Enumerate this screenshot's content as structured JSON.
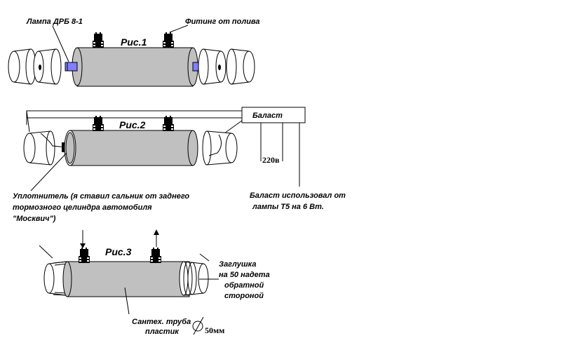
{
  "figures": {
    "fig1": {
      "caption": "Рис.1",
      "lamp_label": "Лампа ДРБ 8-1",
      "fitting_label": "Фитинг от полива"
    },
    "fig2": {
      "caption": "Рис.2",
      "ballast_label": "Баласт",
      "voltage_label": "220в",
      "ballast_note_lines": [
        "Баласт использовал от",
        "лампы T5 на 6 Вт."
      ],
      "seal_note_lines": [
        "Уплотнитель (я ставил сальник от заднего",
        "тормозного целиндра автомобиля",
        "\"Москвич\")"
      ]
    },
    "fig3": {
      "caption": "Рис.3",
      "plug_note_lines": [
        "Заглушка",
        "на 50 надета",
        "обратной",
        "стороной"
      ],
      "pipe_note_lines": [
        "Сантех. труба",
        "пластик"
      ],
      "diameter_label": "50мм"
    }
  },
  "colors": {
    "pipe_fill": "#c0c0c0",
    "lamp_fill": "#8080ff",
    "line": "#000000",
    "background": "#ffffff"
  }
}
